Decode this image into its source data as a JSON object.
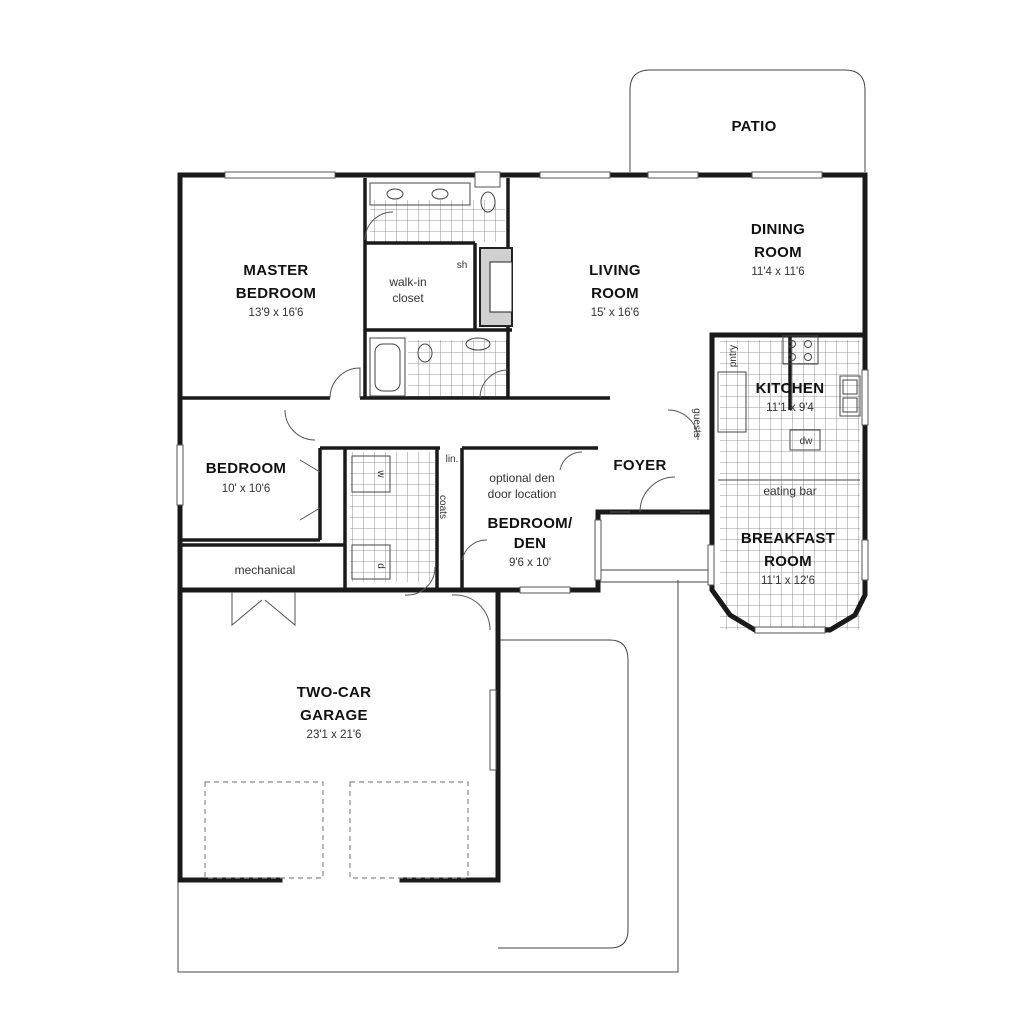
{
  "rooms": {
    "patio": {
      "name": "PATIO"
    },
    "master_bedroom": {
      "name_line1": "MASTER",
      "name_line2": "BEDROOM",
      "size": "13'9 x 16'6"
    },
    "walk_in_closet": {
      "line1": "walk-in",
      "line2": "closet"
    },
    "shower": {
      "label": "sh"
    },
    "living_room": {
      "name_line1": "LIVING",
      "name_line2": "ROOM",
      "size": "15' x 16'6"
    },
    "dining_room": {
      "name_line1": "DINING",
      "name_line2": "ROOM",
      "size": "11'4 x 11'6"
    },
    "pantry": {
      "label": "pntry"
    },
    "kitchen": {
      "name": "KITCHEN",
      "size": "11'1 x 9'4"
    },
    "guests": {
      "label": "guests"
    },
    "dishwasher": {
      "label": "dw"
    },
    "foyer": {
      "name": "FOYER"
    },
    "bedroom": {
      "name": "BEDROOM",
      "size": "10' x 10'6"
    },
    "linen": {
      "label": "lin."
    },
    "optional_den_door": {
      "line1": "optional den",
      "line2": "door location"
    },
    "coats": {
      "label": "coats"
    },
    "washer": {
      "label": "w"
    },
    "dryer": {
      "label": "d"
    },
    "bedroom_den": {
      "name_line1": "BEDROOM/",
      "name_line2": "DEN",
      "size": "9'6 x 10'"
    },
    "eating_bar": {
      "label": "eating bar"
    },
    "breakfast_room": {
      "name_line1": "BREAKFAST",
      "name_line2": "ROOM",
      "size": "11'1 x 12'6"
    },
    "mechanical": {
      "label": "mechanical"
    },
    "garage": {
      "name_line1": "TWO-CAR",
      "name_line2": "GARAGE",
      "size": "23'1 x 21'6"
    }
  }
}
